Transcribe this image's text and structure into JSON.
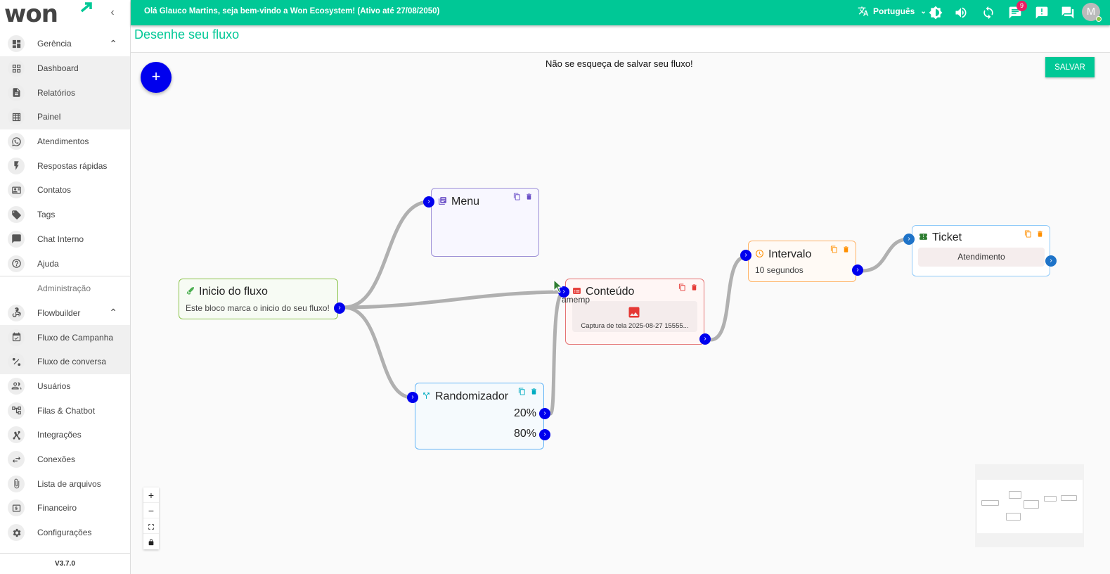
{
  "brand": {
    "logo_text": "won"
  },
  "sidebar": {
    "items": [
      {
        "label": "Gerência",
        "icon": "dashboard-grid-icon",
        "kind": "group"
      },
      {
        "label": "Dashboard",
        "icon": "dashboard-icon",
        "kind": "sub"
      },
      {
        "label": "Relatórios",
        "icon": "document-icon",
        "kind": "sub"
      },
      {
        "label": "Painel",
        "icon": "table-grid-icon",
        "kind": "sub"
      },
      {
        "label": "Atendimentos",
        "icon": "whatsapp-icon",
        "kind": "item"
      },
      {
        "label": "Respostas rápidas",
        "icon": "flash-icon",
        "kind": "item"
      },
      {
        "label": "Contatos",
        "icon": "contact-card-icon",
        "kind": "item"
      },
      {
        "label": "Tags",
        "icon": "tag-icon",
        "kind": "item"
      },
      {
        "label": "Chat Interno",
        "icon": "chat-icon",
        "kind": "item"
      },
      {
        "label": "Ajuda",
        "icon": "help-icon",
        "kind": "item"
      },
      {
        "label": "Administração",
        "kind": "section"
      },
      {
        "label": "Flowbuilder",
        "icon": "webhook-icon",
        "kind": "group"
      },
      {
        "label": "Fluxo de Campanha",
        "icon": "calendar-check-icon",
        "kind": "sub"
      },
      {
        "label": "Fluxo de conversa",
        "icon": "flow-icon",
        "kind": "sub"
      },
      {
        "label": "Usuários",
        "icon": "users-icon",
        "kind": "item"
      },
      {
        "label": "Filas & Chatbot",
        "icon": "tree-icon",
        "kind": "item"
      },
      {
        "label": "Integrações",
        "icon": "hub-icon",
        "kind": "item"
      },
      {
        "label": "Conexões",
        "icon": "swap-icon",
        "kind": "item"
      },
      {
        "label": "Lista de arquivos",
        "icon": "attach-icon",
        "kind": "item"
      },
      {
        "label": "Financeiro",
        "icon": "money-icon",
        "kind": "item"
      },
      {
        "label": "Configurações",
        "icon": "gear-icon",
        "kind": "item"
      }
    ],
    "version": "V3.7.0"
  },
  "topbar": {
    "greeting_prefix": "Olá ",
    "user_name": "Glauco Martins",
    "greeting_mid": ", seja bem-vindo a ",
    "app_name": "Won Ecosystem",
    "greeting_suffix": "! (Ativo até 27/08/2050)",
    "language": "Português",
    "notification_count": "9",
    "avatar_initial": "M"
  },
  "page": {
    "title": "Desenhe seu fluxo"
  },
  "canvas": {
    "reminder": "Não se esqueça de salvar seu fluxo!",
    "save_label": "SALVAR",
    "add_label": "+"
  },
  "nodes": {
    "inicio": {
      "title": "Inicio do fluxo",
      "subtitle": "Este bloco marca o inicio do seu fluxo!",
      "color": "#4caf50"
    },
    "menu": {
      "title": "Menu",
      "color": "#6a4fc7"
    },
    "conteudo": {
      "title": "Conteúdo",
      "media_caption": "Captura de tela 2025-08-27 15555...",
      "color": "#e53935"
    },
    "randomizador": {
      "title": "Randomizador",
      "split_a": "20%",
      "split_b": "80%",
      "color": "#00acc1"
    },
    "intervalo": {
      "title": "Intervalo",
      "subtitle": "10 segundos",
      "color": "#ff8f00"
    },
    "ticket": {
      "title": "Ticket",
      "queue": "Atendimento",
      "color": "#2e7d32"
    }
  },
  "drag_tooltip": "amemp",
  "zoom_controls": {
    "zoom_in": "+",
    "zoom_out": "−"
  }
}
